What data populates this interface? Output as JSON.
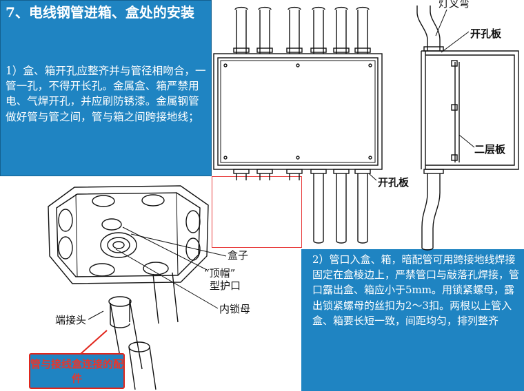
{
  "title": "7、电线钢管进箱、盒处的安装",
  "para1": "1）盒、箱开孔应整齐并与管径相吻合，一管一孔，不得开长孔。金属盒、箱严禁用电、气焊开孔，并应刷防锈漆。金属钢管做好管与管之间，管与箱之间跨接地线；",
  "para2": "2）管口入盒、箱，暗配管可用跨接地线焊接固定在盒棱边上，严禁管口与敲落孔焊接，管口露出盒、箱应小于5mm。用锁紧螺母，露出锁紧螺母的丝扣为2～3扣。两根以上管入盒、箱要长短一致，间距均匀，排列整齐",
  "labels": {
    "lamp_bend": "灯叉弯",
    "hole_plate_top": "开孔板",
    "second_plate": "二层板",
    "hole_plate_bottom": "开孔板",
    "box": "盒子",
    "top_cap_1": "“顶帽”",
    "top_cap_2": "型护口",
    "inner_nut": "内锁母",
    "end_connector": "端接头"
  },
  "callout": "管与接线盒连接的配件",
  "colors": {
    "panel_blue": "#1f84c2",
    "callout_border": "#e1261c",
    "callout_text": "#e8362b",
    "frame_red": "#e83a3a"
  }
}
